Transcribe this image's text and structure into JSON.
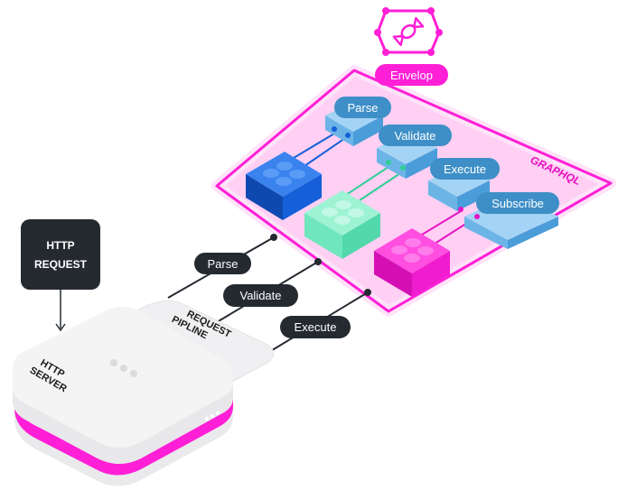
{
  "envelop": {
    "badge_label": "Envelop",
    "platform_label": "GRAPHQL",
    "logo_icon": "candy-icon"
  },
  "plugins": [
    {
      "label": "Parse"
    },
    {
      "label": "Validate"
    },
    {
      "label": "Execute"
    },
    {
      "label": "Subscribe"
    }
  ],
  "http_request": {
    "label_line1": "HTTP",
    "label_line2": "REQUEST"
  },
  "http_server": {
    "label_line1": "HTTP",
    "label_line2": "SERVER"
  },
  "pipeline": {
    "label_line1": "REQUEST",
    "label_line2": "PIPLINE",
    "steps": [
      {
        "label": "Parse"
      },
      {
        "label": "Validate"
      },
      {
        "label": "Execute"
      }
    ]
  },
  "colors": {
    "accent_pink": "#ff1fd6",
    "platform_fill": "#ffd0f4",
    "plugin_blue": "#4b9dd9",
    "plugin_label_bg": "#3e8fc7",
    "brick_blue": "#1560d8",
    "brick_green": "#5be5b5",
    "brick_magenta": "#f01ccf",
    "dark_label": "#252a31"
  }
}
